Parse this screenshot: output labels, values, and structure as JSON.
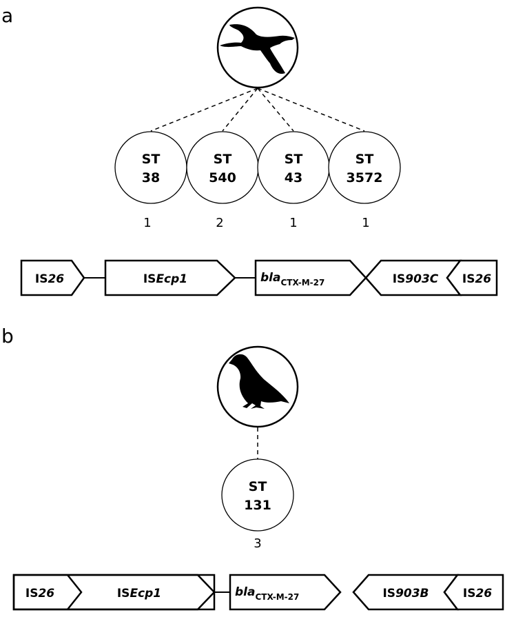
{
  "panels": [
    {
      "label": "a",
      "host_icon": "seabird-silhouette-icon",
      "sequence_types": [
        {
          "st": "ST",
          "num": "38",
          "count": "1"
        },
        {
          "st": "ST",
          "num": "540",
          "count": "2"
        },
        {
          "st": "ST",
          "num": "43",
          "count": "1"
        },
        {
          "st": "ST",
          "num": "3572",
          "count": "1"
        }
      ],
      "genes": [
        {
          "prefix": "IS",
          "italic": "26",
          "sub": ""
        },
        {
          "prefix": "IS",
          "italic": "Ecp1",
          "sub": ""
        },
        {
          "prefix": "",
          "italic": "bla",
          "sub": "CTX-M-27"
        },
        {
          "prefix": "IS",
          "italic": "903C",
          "sub": ""
        },
        {
          "prefix": "IS",
          "italic": "26",
          "sub": ""
        }
      ]
    },
    {
      "label": "b",
      "host_icon": "pigeon-silhouette-icon",
      "sequence_types": [
        {
          "st": "ST",
          "num": "131",
          "count": "3"
        }
      ],
      "genes": [
        {
          "prefix": "IS",
          "italic": "26",
          "sub": ""
        },
        {
          "prefix": "IS",
          "italic": "Ecp1",
          "sub": ""
        },
        {
          "prefix": "",
          "italic": "bla",
          "sub": "CTX-M-27"
        },
        {
          "prefix": "IS",
          "italic": "903B",
          "sub": ""
        },
        {
          "prefix": "IS",
          "italic": "26",
          "sub": ""
        }
      ]
    }
  ]
}
